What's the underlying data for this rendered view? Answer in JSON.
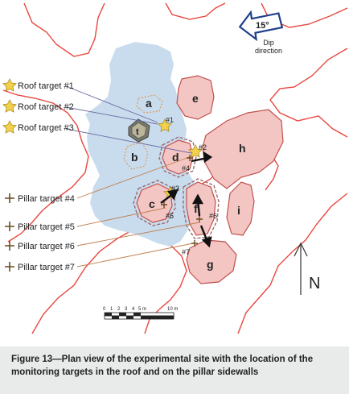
{
  "compass": {
    "angle": "15°",
    "direction_label_line1": "Dip",
    "direction_label_line2": "direction"
  },
  "north": {
    "label": "N"
  },
  "pillars": [
    {
      "id": "a",
      "label": "a"
    },
    {
      "id": "b",
      "label": "b"
    },
    {
      "id": "c",
      "label": "c"
    },
    {
      "id": "d",
      "label": "d"
    },
    {
      "id": "e",
      "label": "e"
    },
    {
      "id": "f",
      "label": "f"
    },
    {
      "id": "g",
      "label": "g"
    },
    {
      "id": "h",
      "label": "h"
    },
    {
      "id": "i",
      "label": "i"
    },
    {
      "id": "t",
      "label": "t"
    }
  ],
  "legend": {
    "roof_targets": [
      "Roof target #1",
      "Roof target #2",
      "Roof target #3"
    ],
    "pillar_targets": [
      "Pillar target #4",
      "Pillar target #5",
      "Pillar target #6",
      "Pillar target #7"
    ]
  },
  "target_marks": [
    "#1",
    "#2",
    "#3",
    "#4",
    "#5",
    "#6",
    "#7"
  ],
  "scale_bar": {
    "ticks": [
      "0",
      "1",
      "2",
      "3",
      "4",
      "5 m",
      "10 m"
    ]
  },
  "caption": "Figure 13—Plan view of the experimental site with the location of the monitoring targets in the roof and on the pillar sidewalls",
  "colors": {
    "accent": "#e8473f",
    "roof_area": "#c9dcee",
    "pillar_fill": "#f4c6c3",
    "target_star": "#f2d24a",
    "arrow": "#111111"
  }
}
